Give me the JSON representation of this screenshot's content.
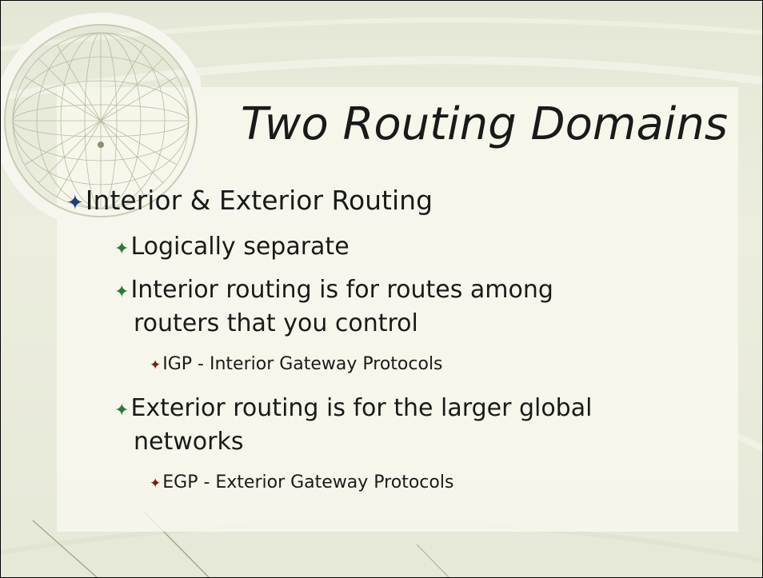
{
  "slide": {
    "title": "Two Routing Domains",
    "bullets": {
      "b1": "Interior & Exterior Routing",
      "b1a": "Logically separate",
      "b1b_line1": "Interior routing is for routes among",
      "b1b_line2": "routers that you control",
      "b1b_i": "IGP - Interior Gateway Protocols",
      "b1c_line1": "Exterior routing is for the larger global",
      "b1c_line2": "networks",
      "b1c_i": "EGP - Exterior Gateway Protocols"
    },
    "bullet_glyph": "✦"
  },
  "colors": {
    "background": "#e8e9da",
    "panel": "#f7f6ec",
    "bullet_level0": "#1f3f7a",
    "bullet_level1": "#2a7a3a",
    "bullet_level2": "#7a1a1a"
  }
}
